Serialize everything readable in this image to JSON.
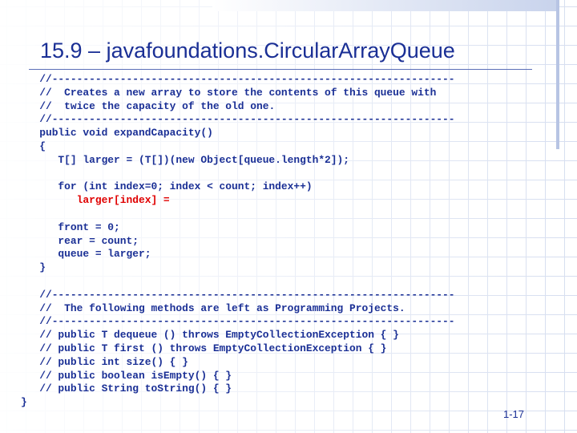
{
  "slide": {
    "title": "15.9 – javafoundations.CircularArrayQueue",
    "page_number": "1-17"
  },
  "code_lines": [
    {
      "indent": "   ",
      "text": "//-----------------------------------------------------------------",
      "color": "#1a2f95"
    },
    {
      "indent": "   ",
      "text": "//  Creates a new array to store the contents of this queue with",
      "color": "#1a2f95"
    },
    {
      "indent": "   ",
      "text": "//  twice the capacity of the old one.",
      "color": "#1a2f95"
    },
    {
      "indent": "   ",
      "text": "//-----------------------------------------------------------------",
      "color": "#1a2f95"
    },
    {
      "indent": "   ",
      "text": "public void expandCapacity()",
      "color": "#1a2f95"
    },
    {
      "indent": "   ",
      "text": "{",
      "color": "#1a2f95"
    },
    {
      "indent": "      ",
      "text": "T[] larger = (T[])(new Object[queue.length*2]);",
      "color": "#1a2f95"
    },
    {
      "indent": "",
      "text": "",
      "color": "#1a2f95"
    },
    {
      "indent": "      ",
      "text": "for (int index=0; index < count; index++)",
      "color": "#1a2f95"
    },
    {
      "indent": "         ",
      "text": "larger[index] =",
      "color": "#e00000"
    },
    {
      "indent": "",
      "text": "",
      "color": "#1a2f95"
    },
    {
      "indent": "      ",
      "text": "front = 0;",
      "color": "#1a2f95"
    },
    {
      "indent": "      ",
      "text": "rear = count;",
      "color": "#1a2f95"
    },
    {
      "indent": "      ",
      "text": "queue = larger;",
      "color": "#1a2f95"
    },
    {
      "indent": "   ",
      "text": "}",
      "color": "#1a2f95"
    },
    {
      "indent": "",
      "text": "",
      "color": "#1a2f95"
    },
    {
      "indent": "   ",
      "text": "//-----------------------------------------------------------------",
      "color": "#1a2f95"
    },
    {
      "indent": "   ",
      "text": "//  The following methods are left as Programming Projects.",
      "color": "#1a2f95"
    },
    {
      "indent": "   ",
      "text": "//-----------------------------------------------------------------",
      "color": "#1a2f95"
    },
    {
      "indent": "   ",
      "text": "// public T dequeue () throws EmptyCollectionException { }",
      "color": "#1a2f95"
    },
    {
      "indent": "   ",
      "text": "// public T first () throws EmptyCollectionException { }",
      "color": "#1a2f95"
    },
    {
      "indent": "   ",
      "text": "// public int size() { }",
      "color": "#1a2f95"
    },
    {
      "indent": "   ",
      "text": "// public boolean isEmpty() { }",
      "color": "#1a2f95"
    },
    {
      "indent": "   ",
      "text": "// public String toString() { }",
      "color": "#1a2f95"
    },
    {
      "indent": "",
      "text": "}",
      "color": "#1a2f95"
    }
  ],
  "colors": {
    "text": "#1a2f95",
    "highlight": "#e00000",
    "grid": "#d6def0"
  }
}
